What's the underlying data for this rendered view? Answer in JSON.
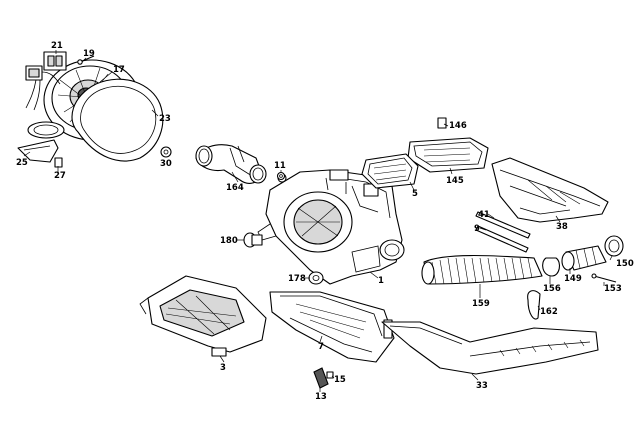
{
  "diagram": {
    "callouts": {
      "c21": "21",
      "c19": "19",
      "c17": "17",
      "c23": "23",
      "c25": "25",
      "c27": "27",
      "c30": "30",
      "c164": "164",
      "c11": "11",
      "c146": "146",
      "c145": "145",
      "c5": "5",
      "c38": "38",
      "c41": "41",
      "c9": "9",
      "c180": "180",
      "c150": "150",
      "c149": "149",
      "c156": "156",
      "c153": "153",
      "c178": "178",
      "c1": "1",
      "c159": "159",
      "c162": "162",
      "c3": "3",
      "c7": "7",
      "c33": "33",
      "c15": "15",
      "c13": "13"
    }
  }
}
